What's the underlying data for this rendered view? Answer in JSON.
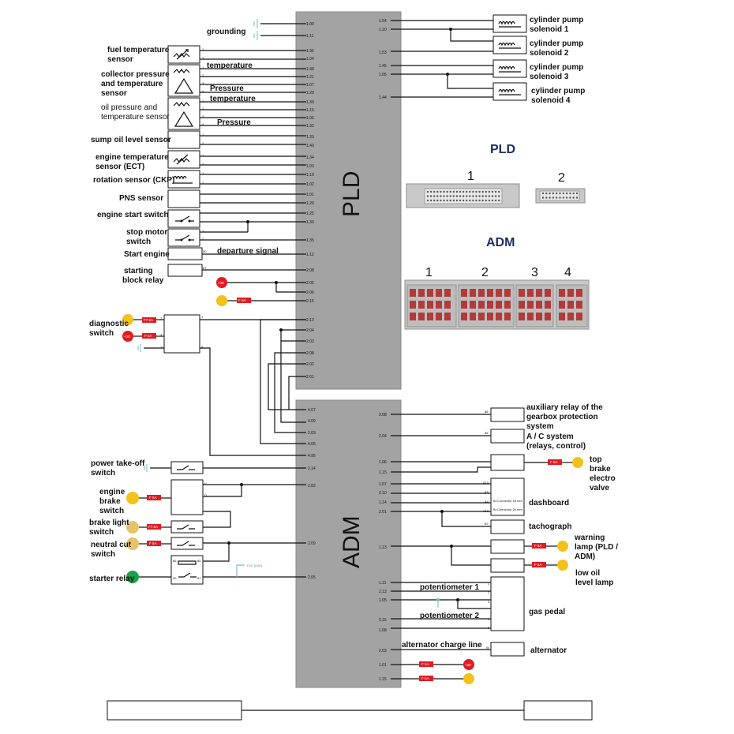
{
  "ecu": {
    "pld": "PLD",
    "adm": "ADM"
  },
  "pld_pins_left": [
    "1.09",
    "1.11",
    "1.36",
    "1.04",
    "1.48",
    "1.21",
    "1.07",
    "1.29",
    "1.39",
    "1.15",
    "1.06",
    "1.32",
    "1.33",
    "1.49",
    "1.34",
    "1.03",
    "1.19",
    "1.02",
    "1.01",
    "1.20",
    "1.25",
    "1.30",
    "1.35",
    "1.12",
    "2.08",
    "2.05",
    "2.06",
    "2.15",
    "2.13",
    "2.04",
    "2.03",
    "2.08",
    "2.02",
    "2.01"
  ],
  "pld_pins_right": [
    "1.54",
    "1.10",
    "1.53",
    "1.45",
    "1.05",
    "1.44"
  ],
  "adm_pins_left": [
    "4.07",
    "4.09",
    "2.03",
    "4.06",
    "4.95",
    "2.14",
    "2.82",
    "2.09",
    "2.05"
  ],
  "adm_pins_right": [
    "3.08",
    "2.04",
    "1.06",
    "1.15",
    "1.07",
    "2.10",
    "1.14",
    "2.01",
    "1.13",
    "1.11",
    "2.13",
    "1.05",
    "2.15",
    "1.08",
    "2.03",
    "1.01",
    "1.15"
  ],
  "left_labels": {
    "grounding": "grounding",
    "fuel_temp": [
      "fuel temperature",
      "sensor"
    ],
    "temperature": "temperature",
    "collector": [
      "collector pressure",
      "and temperature",
      "sensor"
    ],
    "pressure": "Pressure",
    "temperature2": "temperature",
    "oil": [
      "oil pressure and",
      "temperature sensor"
    ],
    "pressure2": "Pressure",
    "sump": "sump oil level sensor",
    "ect": [
      "engine temperature",
      "sensor (ECT)"
    ],
    "ckp": "rotation sensor (CKP)",
    "pns": "PNS sensor",
    "start_switch": "engine start switch",
    "stop_motor": [
      "stop motor",
      "switch"
    ],
    "start_engine": "Start engine",
    "departure": "departure signal",
    "starting": [
      "starting",
      "block relay"
    ],
    "diagnostic": [
      "diagnostic",
      "switch"
    ],
    "pto": [
      "power take-off",
      "switch"
    ],
    "engine_brake": [
      "engine",
      "brake",
      "switch"
    ],
    "brake_light": [
      "brake light",
      "switch"
    ],
    "neutral": [
      "neutral cut",
      "switch"
    ],
    "starter": "starter relay"
  },
  "right_labels": {
    "cp1": [
      "cylinder pump",
      "solenoid 1"
    ],
    "cp2": [
      "cylinder pump",
      "solenoid 2"
    ],
    "cp3": [
      "cylinder pump",
      "solenoid 3"
    ],
    "cp4": [
      "cylinder pump",
      "solenoid 4"
    ],
    "aux": [
      "auxiliary relay of the",
      "gearbox protection",
      "system"
    ],
    "ac": [
      "A / C system",
      "(relays, control)"
    ],
    "top_brake": [
      "top",
      "brake",
      "electro",
      "valve"
    ],
    "dashboard": "dashboard",
    "tacho": "tachograph",
    "warning": [
      "warning",
      "lamp (PLD /",
      "ADM)"
    ],
    "low_oil": [
      "low oil",
      "level lamp"
    ],
    "pot1": "potentiometer 1",
    "pot2": "potentiometer 2",
    "gas": "gas pedal",
    "alt_line": "alternator charge line",
    "alternator": "alternator"
  },
  "connectors": {
    "pld_title": "PLD",
    "pld_nums": [
      "1",
      "2"
    ],
    "adm_title": "ADM",
    "adm_nums": [
      "1",
      "2",
      "3",
      "4"
    ]
  },
  "misc": {
    "plus30": "+30",
    "fuse": "F 5A",
    "fuse_75": "F7.5A",
    "pld_d08": "PLD (D08)",
    "dash_c16": "B=Connector 16 mm",
    "dash_c24": "B=Connector 24 mm"
  },
  "colors": {
    "ecu_gray": "#a3a3a3",
    "fuse_red": "#e21b23",
    "supply_red": "#e21b23",
    "supply_yellow": "#f2c21b",
    "supply_green": "#1aa04a",
    "ground_teal": "#7ab8c7",
    "connector_title": "#1c2d66"
  }
}
